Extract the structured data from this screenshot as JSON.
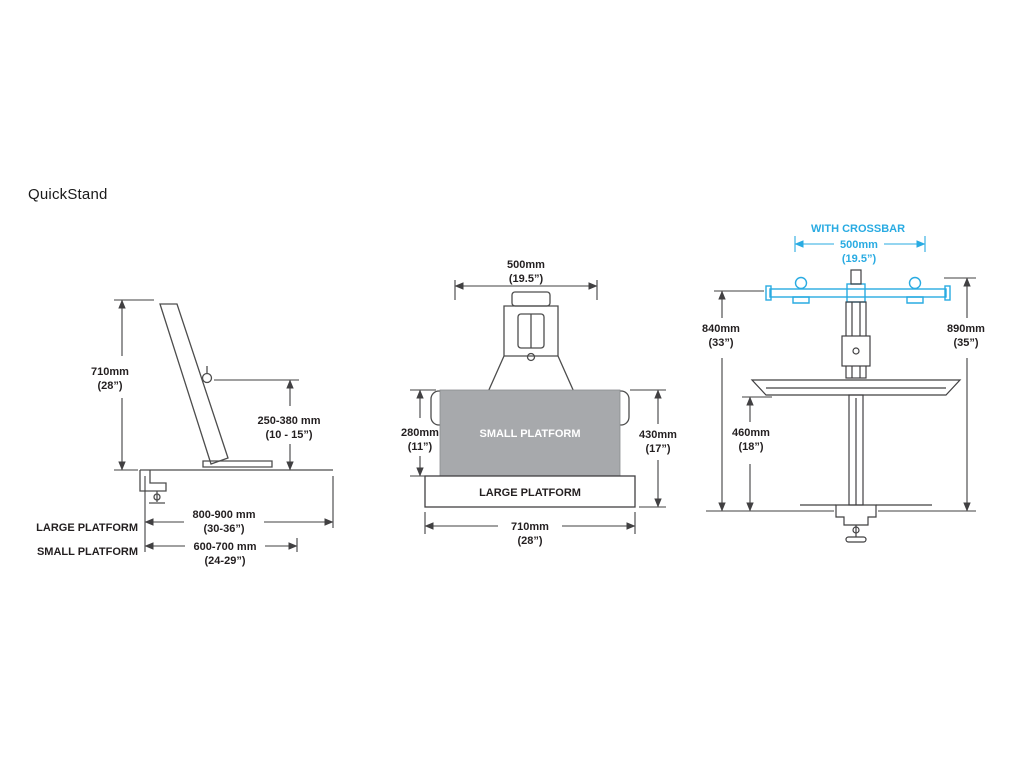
{
  "title": "QuickStand",
  "colors": {
    "line": "#4d4d4d",
    "dimension_line": "#414042",
    "text": "#231f20",
    "accent_cyan": "#29abe2",
    "platform_gray": "#a7a9ac"
  },
  "side_view": {
    "dim_height": {
      "value": "710mm",
      "inches": "(28”)"
    },
    "dim_clamp_range": {
      "value": "250-380 mm",
      "inches": "(10 - 15”)"
    },
    "row_large": {
      "label": "LARGE PLATFORM",
      "value": "800-900 mm",
      "inches": "(30-36”)"
    },
    "row_small": {
      "label": "SMALL PLATFORM",
      "value": "600-700 mm",
      "inches": "(24-29”)"
    }
  },
  "top_view": {
    "dim_width": {
      "value": "500mm",
      "inches": "(19.5”)"
    },
    "dim_small_depth": {
      "value": "280mm",
      "inches": "(11”)"
    },
    "dim_total_depth": {
      "value": "430mm",
      "inches": "(17”)"
    },
    "dim_large_width": {
      "value": "710mm",
      "inches": "(28”)"
    },
    "small_platform_label": "SMALL PLATFORM",
    "large_platform_label": "LARGE PLATFORM"
  },
  "front_view": {
    "crossbar_title": "WITH CROSSBAR",
    "dim_crossbar": {
      "value": "500mm",
      "inches": "(19.5”)"
    },
    "dim_height_left": {
      "value": "840mm",
      "inches": "(33”)"
    },
    "dim_height_right": {
      "value": "890mm",
      "inches": "(35”)"
    },
    "dim_platform_height": {
      "value": "460mm",
      "inches": "(18”)"
    }
  }
}
